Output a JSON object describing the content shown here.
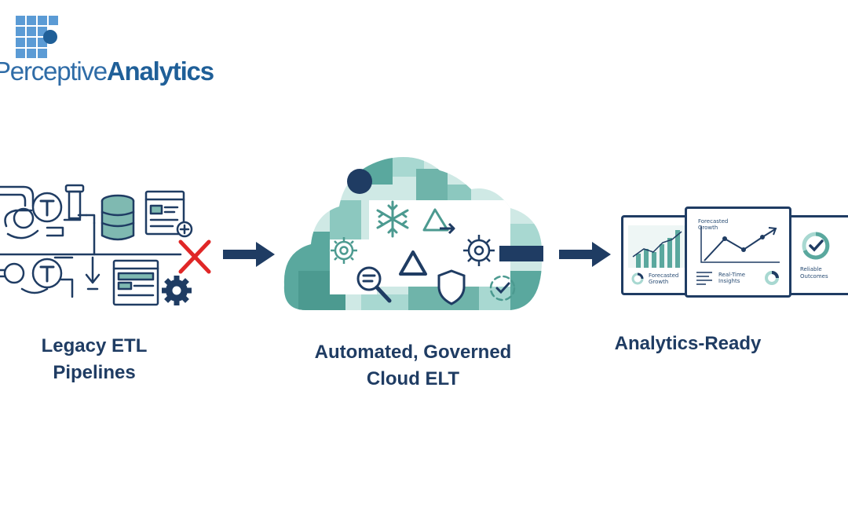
{
  "brand": {
    "name_part1": "Perceptive",
    "name_part2": "Analytics"
  },
  "stages": [
    {
      "title": "Legacy ETL",
      "title_line2": "Pipelines",
      "icons": [
        "pipe-icon",
        "transform-t-icon",
        "database-icon",
        "window-icon",
        "add-icon",
        "download-icon",
        "table-window-icon",
        "gear-icon",
        "x-mark-icon"
      ]
    },
    {
      "title": "Automated, Governed",
      "title_line2": "Cloud ELT",
      "icons": [
        "cloud-icon",
        "snowflake-icon",
        "delta-arrow-icon",
        "gear-icon",
        "gear-icon",
        "delta-icon",
        "search-icon",
        "shield-icon",
        "refresh-check-icon"
      ]
    },
    {
      "title": "Analytics-Ready",
      "title_line2": "",
      "panels": [
        {
          "name": "bar-chart-panel",
          "label": "Forecasted",
          "label2": "Growth"
        },
        {
          "name": "line-chart-panel",
          "header": "Forecasted",
          "header2": "Growth",
          "label": "Real-Time",
          "label2": "Insights"
        },
        {
          "name": "outcomes-panel",
          "label": "Reliable",
          "label2": "Outcomes"
        }
      ]
    }
  ],
  "colors": {
    "navy": "#1f3c63",
    "teal": "#5aa89e",
    "teal_light": "#a8d8d1",
    "teal_pale": "#d7efec",
    "brand_blue": "#2f6ca7",
    "red": "#e02727"
  }
}
